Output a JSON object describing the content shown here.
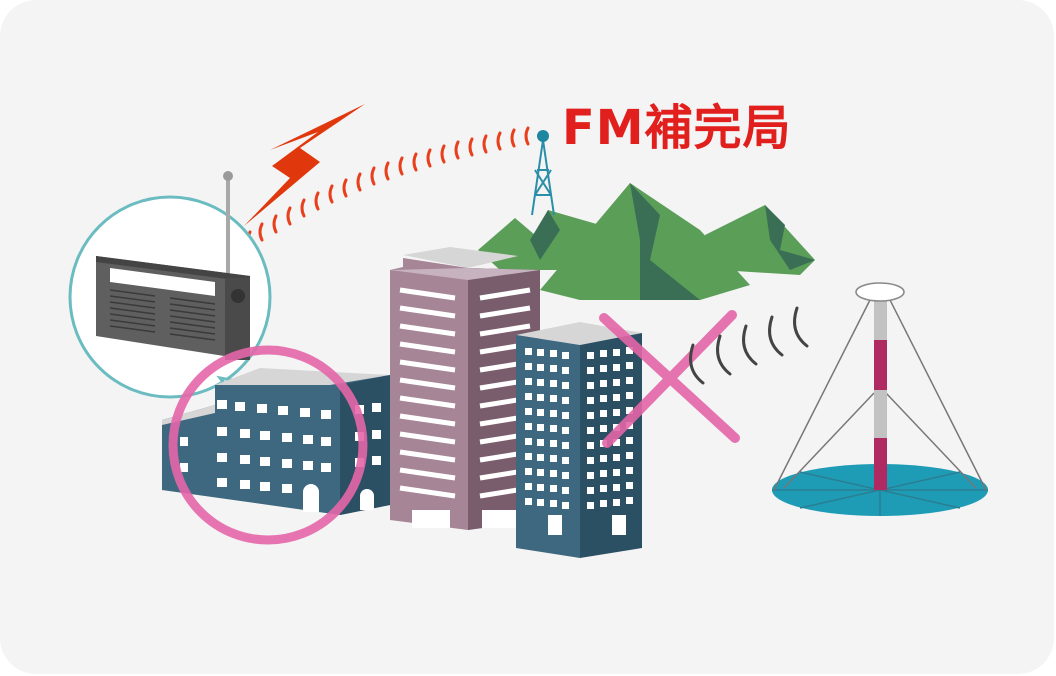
{
  "illustration": {
    "title": "FM補完局",
    "elements": [
      {
        "name": "radio",
        "icon": "radio-icon"
      },
      {
        "name": "fm-relay-tower",
        "icon": "transmission-tower-icon"
      },
      {
        "name": "mountains",
        "icon": "mountain-icon"
      },
      {
        "name": "am-antenna",
        "icon": "am-antenna-icon"
      },
      {
        "name": "buildings",
        "icon": "building-icon"
      },
      {
        "name": "blocked-signal",
        "icon": "cross-icon"
      },
      {
        "name": "interference-circle",
        "icon": "circle-icon"
      }
    ],
    "colors": {
      "background": "#f4f4f4",
      "title": "#e1201e",
      "signal_wave": "#e8401c",
      "mountain_light": "#5a9e57",
      "mountain_dark": "#3a6e55",
      "building_teal": "#3d6880",
      "building_teal_dark": "#2b4f63",
      "building_mauve": "#a58596",
      "building_mauve_dark": "#7a5d6c",
      "cross_pink": "#e466a8",
      "antenna_base": "#1f9cb5",
      "antenna_stripe": "#b02a62",
      "radio_circle": "#6bbcc0"
    }
  }
}
